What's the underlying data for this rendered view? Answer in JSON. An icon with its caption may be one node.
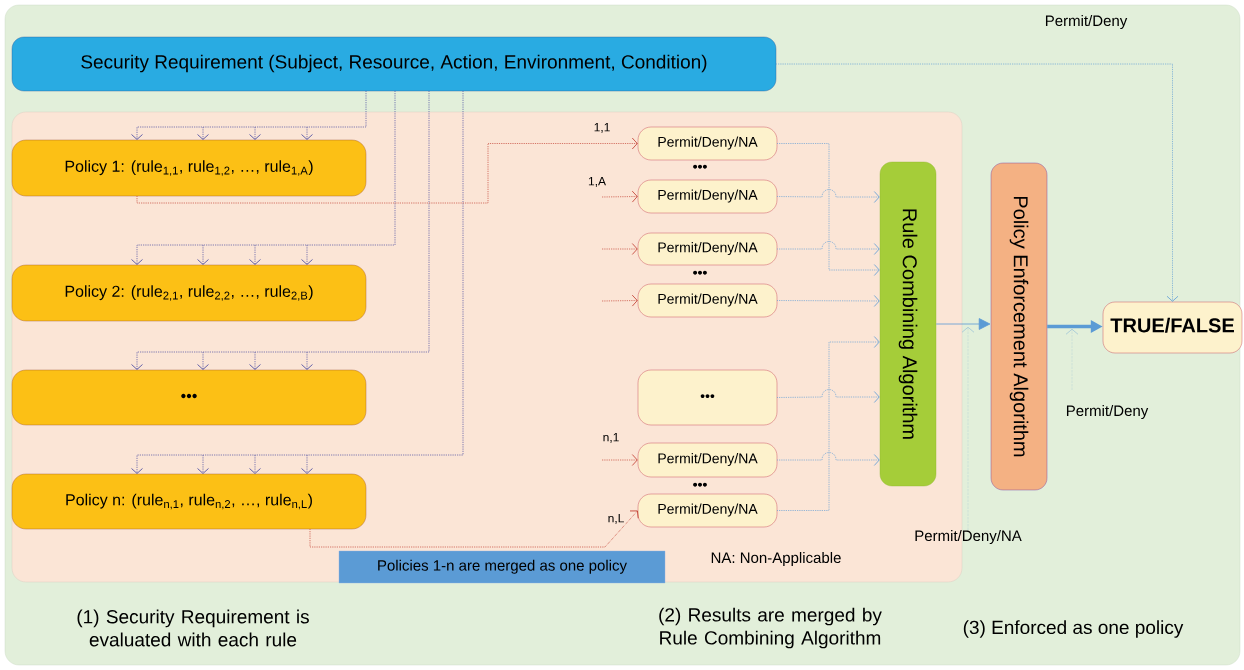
{
  "diagram": {
    "nodes": [
      {
        "text": [
          "Security Requirement (Subject, Resource, Action, Environment, Condition)"
        ]
      },
      {
        "text": [
          "Policy 1: (rule$_{1,1}$, rule$_{1,2}$, …, rule$_{1,A}$)"
        ]
      },
      {
        "text": [
          "Policy 2: (rule$_{2,1}$, rule$_{2,2}$, …, rule$_{2,B}$)"
        ]
      },
      {
        "text": [
          "•••"
        ]
      },
      {
        "text": [
          "Policy n: (rule$_{n,1}$, rule$_{n,2}$, …, rule$_{n,L}$)"
        ]
      },
      {
        "text": [
          "Permit/Deny/NA"
        ]
      },
      {
        "text": [
          "Permit/Deny/NA"
        ]
      },
      {
        "text": [
          "Permit/Deny/NA"
        ]
      },
      {
        "text": [
          "Permit/Deny/NA"
        ]
      },
      {
        "text": [
          "•••"
        ]
      },
      {
        "text": [
          "Permit/Deny/NA"
        ]
      },
      {
        "text": [
          "Permit/Deny/NA"
        ]
      },
      {
        "text": [
          "Rule Combining Algorithm"
        ]
      },
      {
        "text": [
          "Policy Enforcement Algorithm"
        ]
      },
      {
        "text": [
          "TRUE/FALSE"
        ]
      },
      {
        "text": [
          "Policies 1-n are merged as one policy"
        ]
      }
    ],
    "edges": [
      {
        "from": 0,
        "to": 1,
        "arrow": "to",
        "style": "dashed",
        "color": "#3c3f9c"
      },
      {
        "from": 0,
        "to": 2,
        "arrow": "to",
        "style": "dashed",
        "color": "#3c3f9c"
      },
      {
        "from": 0,
        "to": 3,
        "arrow": "to",
        "style": "dashed",
        "color": "#3c3f9c"
      },
      {
        "from": 0,
        "to": 4,
        "arrow": "to",
        "style": "dashed",
        "color": "#3c3f9c"
      },
      {
        "from": 1,
        "to": 5,
        "arrow": "to",
        "label": "1,1",
        "style": "dashed",
        "color": "#c0392b"
      },
      {
        "from": null,
        "to": 6,
        "arrow": "to",
        "label": "1,A",
        "style": "dashed",
        "color": "#c0392b"
      },
      {
        "from": null,
        "to": 7,
        "arrow": "to",
        "style": "dashed",
        "color": "#c0392b"
      },
      {
        "from": null,
        "to": 8,
        "arrow": "to",
        "style": "dashed",
        "color": "#c0392b"
      },
      {
        "from": null,
        "to": 10,
        "arrow": "to",
        "label": "n,1",
        "style": "dashed",
        "color": "#c0392b"
      },
      {
        "from": 4,
        "to": 11,
        "arrow": "to",
        "label": "n,L",
        "style": "dashed",
        "color": "#c0392b"
      },
      {
        "from": 5,
        "to": 12,
        "arrow": "to",
        "style": "dashed"
      },
      {
        "from": 6,
        "to": 12,
        "arrow": "to",
        "style": "dashed"
      },
      {
        "from": 7,
        "to": 12,
        "arrow": "to",
        "style": "dashed"
      },
      {
        "from": 8,
        "to": 12,
        "arrow": "to",
        "style": "dashed"
      },
      {
        "from": 9,
        "to": 12,
        "arrow": "to",
        "style": "dashed"
      },
      {
        "from": 10,
        "to": 12,
        "arrow": "to",
        "style": "dashed"
      },
      {
        "from": 11,
        "to": 12,
        "arrow": "to",
        "style": "dashed"
      },
      {
        "from": 12,
        "to": 13,
        "arrow": "to"
      },
      {
        "from": 13,
        "to": 14,
        "arrow": "to",
        "style": "thick"
      },
      {
        "from": 0,
        "to": 14,
        "arrow": "to",
        "label": "Permit/Deny",
        "style": "dashed"
      }
    ],
    "labels": [
      "•••",
      "•••",
      "•••",
      "NA: Non-Applicable",
      "Permit/Deny/NA",
      "Permit/Deny",
      "(1) Security Requirement is evaluated with each rule",
      "(2) Results are merged by Rule Combining Algorithm",
      "(3) Enforced as one policy"
    ]
  }
}
